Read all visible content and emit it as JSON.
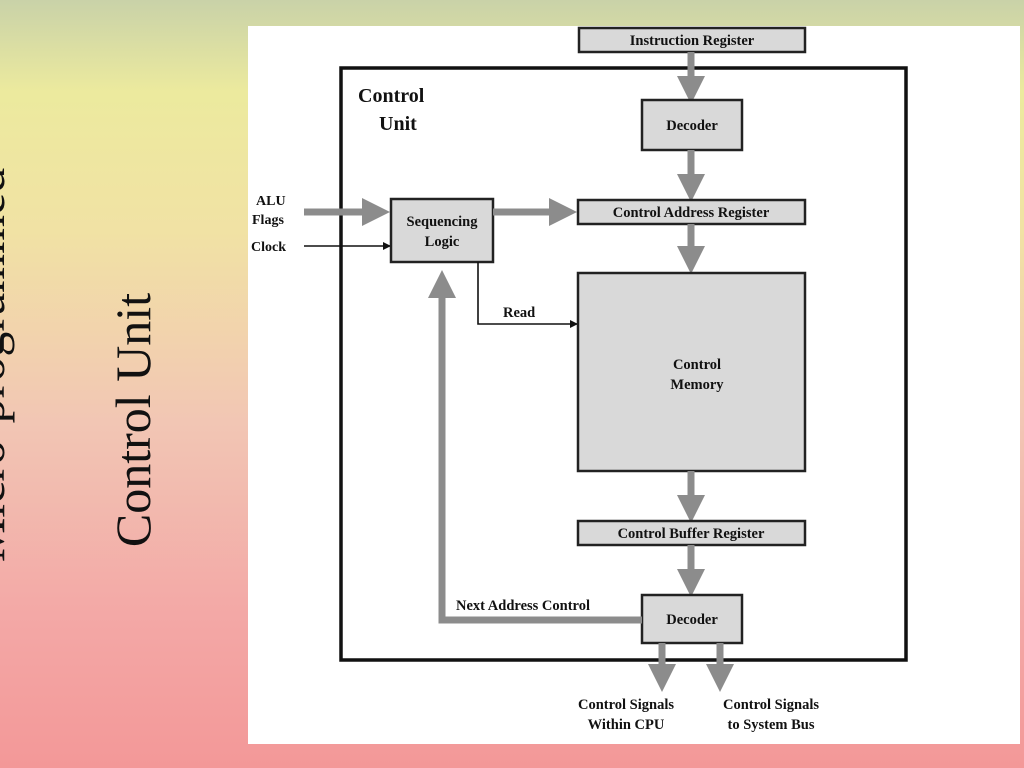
{
  "slide": {
    "title_line1": "Micro-programmed",
    "title_line2": "Control Unit"
  },
  "diagram": {
    "instruction_register": "Instruction Register",
    "control_unit_line1": "Control",
    "control_unit_line2": "Unit",
    "decoder_top": "Decoder",
    "alu_flags_line1": "ALU",
    "alu_flags_line2": "Flags",
    "clock": "Clock",
    "sequencing_logic_line1": "Sequencing",
    "sequencing_logic_line2": "Logic",
    "control_address_register": "Control Address Register",
    "read": "Read",
    "control_memory_line1": "Control",
    "control_memory_line2": "Memory",
    "control_buffer_register": "Control Buffer Register",
    "next_address_control": "Next Address Control",
    "decoder_bottom": "Decoder",
    "signals_cpu_line1": "Control Signals",
    "signals_cpu_line2": "Within CPU",
    "signals_bus_line1": "Control Signals",
    "signals_bus_line2": "to System Bus"
  },
  "colors": {
    "box_fill": "#d9d9d9",
    "flow_arrow": "#8c8c8c",
    "frame": "#111111"
  }
}
